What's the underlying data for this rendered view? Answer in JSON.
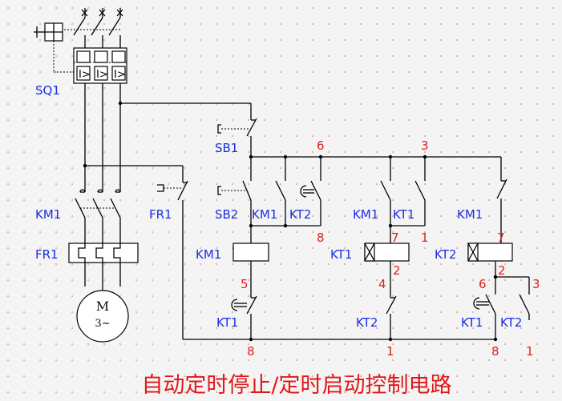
{
  "title": "自动定时停止/定时启动控制电路",
  "motor": {
    "letter": "M",
    "phase": "3~"
  },
  "labels": {
    "sq1": "SQ1",
    "km1_main": "KM1",
    "fr1_main": "FR1",
    "fr1_ctrl": "FR1",
    "sb1": "SB1",
    "sb2": "SB2",
    "km1_contact_a": "KM1",
    "kt2_contact_a": "KT2",
    "km1_coil": "KM1",
    "kt1_contact_a": "KT1",
    "km1_contact_b": "KM1",
    "kt1_contact_b": "KT1",
    "kt1_coil": "KT1",
    "kt2_contact_b": "KT2",
    "km1_contact_c": "KM1",
    "kt2_coil": "KT2",
    "kt1_contact_c": "KT1",
    "kt2_contact_c": "KT2"
  },
  "nodes": {
    "n6_top": "6",
    "n3_top": "3",
    "n8_a": "8",
    "n7_a": "7",
    "n1_a": "1",
    "n7_b": "7",
    "n5": "5",
    "n2_a": "2",
    "n4": "4",
    "n2_b": "2",
    "n6_b": "6",
    "n3_b": "3",
    "n8_bot_a": "8",
    "n1_bot_a": "1",
    "n8_bot_b": "8",
    "n1_bot_b": "1"
  }
}
